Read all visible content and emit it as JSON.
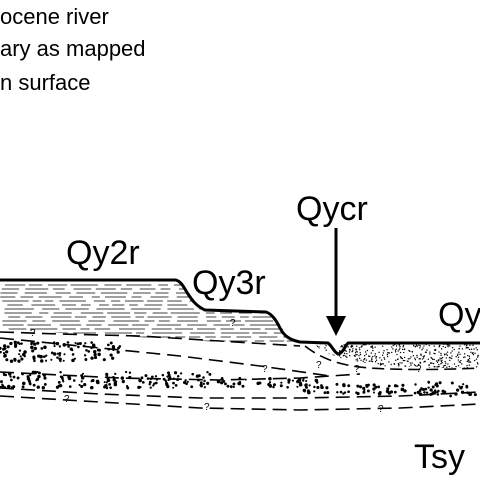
{
  "legend": {
    "lines": [
      "ocene river",
      "ary as mapped",
      "n surface"
    ]
  },
  "units": {
    "qy2r": "Qy2r",
    "qy3r": "Qy3r",
    "qycr": "Qycr",
    "qy_partial": "Qy",
    "tsy": "Tsy"
  },
  "uncertain_mark": "?"
}
